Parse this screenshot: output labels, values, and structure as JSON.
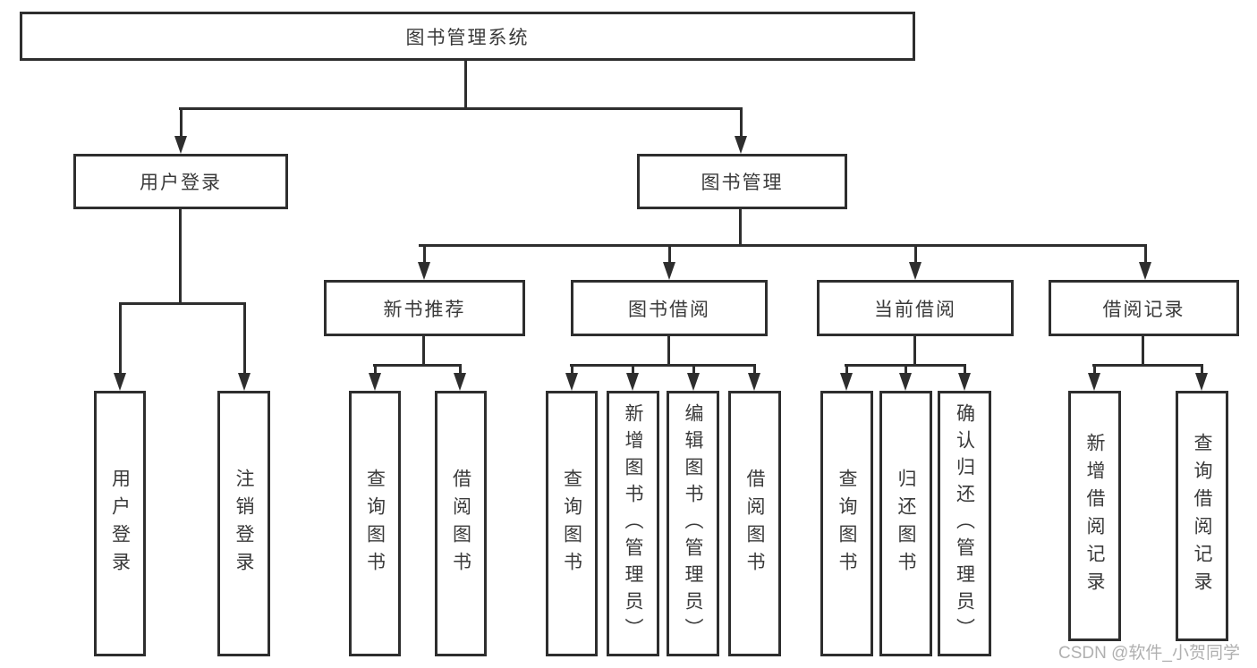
{
  "tree": {
    "root": "图书管理系统",
    "branches": [
      {
        "label": "用户登录",
        "children": [
          "用户登录",
          "注销登录"
        ]
      },
      {
        "label": "图书管理",
        "children": [
          {
            "label": "新书推荐",
            "children": [
              "查询图书",
              "借阅图书"
            ]
          },
          {
            "label": "图书借阅",
            "children": [
              "查询图书",
              "新增图书（管理员）",
              "编辑图书（管理员）",
              "借阅图书"
            ]
          },
          {
            "label": "当前借阅",
            "children": [
              "查询图书",
              "归还图书",
              "确认归还（管理员）"
            ]
          },
          {
            "label": "借阅记录",
            "children": [
              "新增借阅记录",
              "查询借阅记录"
            ]
          }
        ]
      }
    ]
  },
  "watermark": {
    "text": "CSDN @软件_小贺同学"
  },
  "colors": {
    "line": "#2e2e2e",
    "text": "#3a3a3a",
    "watermark": "#a8a8a8",
    "background": "#ffffff"
  }
}
